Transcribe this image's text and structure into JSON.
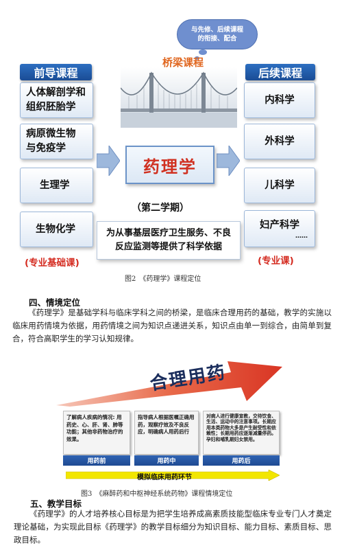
{
  "figure2": {
    "cloud_note": "与先修、后续课程\n的衔接、配合",
    "bridge_label": "桥梁课程",
    "prereq_header": "前导课程",
    "prereq_items": [
      "人体解剖学和\n组织胚胎学",
      "病原微生物\n与免疫学",
      "生理学",
      "生物化学"
    ],
    "prereq_tag": "(专业基础课)",
    "center_course": "药理学",
    "semester": "（第二学期）",
    "description": "为从事基层医疗卫生服务、不良\n反应监测等提供了科学依据",
    "follow_header": "后续课程",
    "follow_items": [
      "内科学",
      "外科学",
      "儿科学",
      "妇产科学"
    ],
    "follow_ellipsis": "……",
    "follow_tag": "(专业课)",
    "caption": "图2　《药理学》课程定位"
  },
  "section4": {
    "heading": "四、情境定位",
    "paragraph": "《药理学》是基础学科与临床学科之间的桥梁，是临床合理用药的基础，教学的实施以临床用药情境为依据，用药情境之间为知识点递进关系，知识点由单一到综合，由简单到复合，符合高职学生的学习认知规律。"
  },
  "figure3": {
    "banner": "合理用药",
    "stages": [
      {
        "text": "了解病人疾病的情况: 用药史、心、肝、肾、肺等功能；其他非药物治疗的效果。",
        "label": "用药前"
      },
      {
        "text": "指导病人根据医嘱正确用药，观察疗效及不良反应，明确病人用药后行",
        "label": "用药中"
      },
      {
        "text": "对病人进行健康宣教，交待饮食、生活、运动中的注意事项。长期应用本类药物大多是产生耐受性和依赖性；长期用药应逐渐减量停药。孕妇和哺乳期妇女禁用。",
        "label": "用药后"
      }
    ],
    "arrow_label": "模拟临床用药环节",
    "caption": "图3　《麻醉药和中枢神经系统药物》课程情境定位"
  },
  "section5": {
    "heading": "五、教学目标",
    "paragraph": "《药理学》的人才培养核心目标是为把学生培养成高素质技能型临床专业专门人才奠定理论基础，为实现此目标《药理学》的教学目标细分为知识目标、能力目标、素质目标、思政目标。"
  },
  "colors": {
    "header_blue": "#1f56a3",
    "accent_red": "#d42a1f",
    "bridge_orange": "#e0661f",
    "banner_red": "#d93524",
    "arrow_yellow": "#f2e600"
  }
}
